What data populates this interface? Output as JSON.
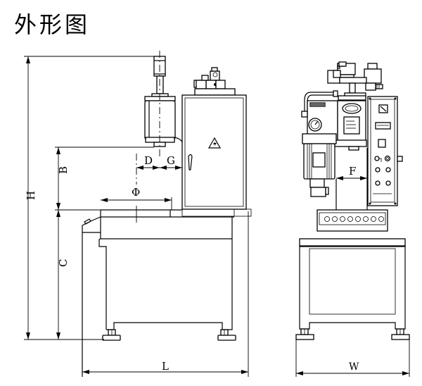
{
  "title": "外形图",
  "dimensions": {
    "H": "H",
    "B": "B",
    "C": "C",
    "D": "D",
    "G": "G",
    "phi": "Φ",
    "L": "L",
    "F": "F",
    "W": "W"
  },
  "colors": {
    "line": "#000000",
    "background": "#ffffff"
  },
  "icons": {
    "warning": "high-voltage-warning-icon"
  }
}
